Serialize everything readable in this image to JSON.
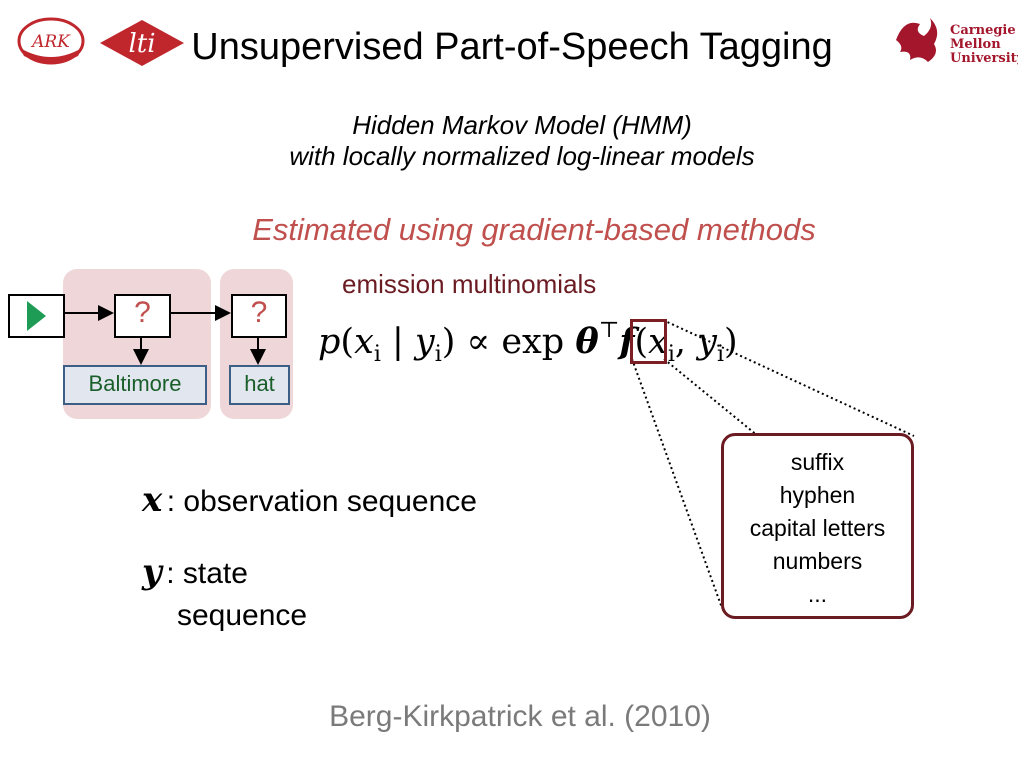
{
  "header": {
    "title": "Unsupervised Part-of-Speech Tagging",
    "subtitle_line1": "Hidden Markov Model (HMM)",
    "subtitle_line2": "with locally normalized log-linear models"
  },
  "logos": {
    "ark_text": "ARK",
    "lti_text": "lti",
    "cmu_line1": "Carnegie",
    "cmu_line2": "Mellon",
    "cmu_line3": "University"
  },
  "estimated_note": "Estimated using gradient-based methods",
  "emission_label": "emission multinomials",
  "hmm": {
    "states": [
      "?",
      "?"
    ],
    "words": [
      "Baltimore",
      "hat"
    ]
  },
  "formula": {
    "text": "p(x_i | y_i) ∝ exp θ^T f(x_i, y_i)"
  },
  "features": [
    "suffix",
    "hyphen",
    "capital letters",
    "numbers",
    "..."
  ],
  "legend": {
    "x_symbol": "x",
    "x_desc": ": observation sequence",
    "y_symbol": "y",
    "y_desc_line1": ": state",
    "y_desc_line2": "sequence"
  },
  "citation": "Berg-Kirkpatrick et al. (2010)",
  "colors": {
    "accent_red": "#c0504d",
    "dark_red": "#6b1b22",
    "start_arrow_green": "#1e9b55",
    "word_text_green": "#1a5e2a",
    "word_box_blue": "#3d5f85",
    "panel_pink": "#efd6d8",
    "citation_gray": "#7a7a7a"
  }
}
